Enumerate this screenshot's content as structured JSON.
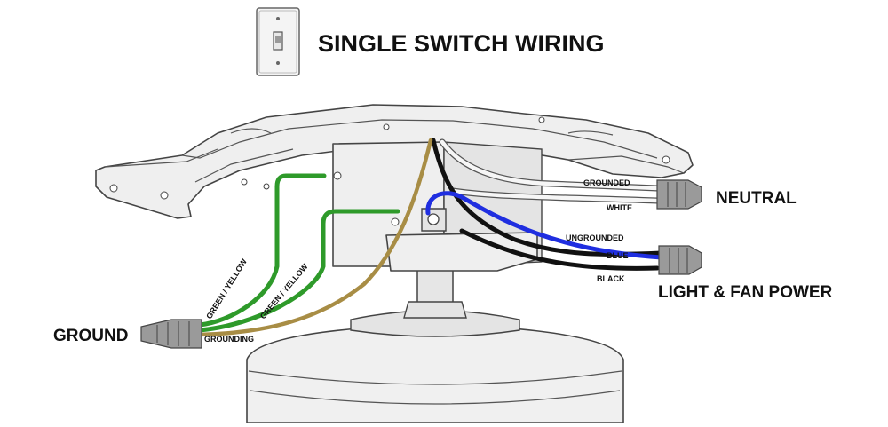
{
  "title": "SINGLE SWITCH WIRING",
  "labels": {
    "neutral": "NEUTRAL",
    "light_fan_power": "LIGHT & FAN POWER",
    "ground": "GROUND"
  },
  "wire_labels": {
    "grounded": "GROUNDED",
    "white": "WHITE",
    "ungrounded": "UNGROUNDED",
    "blue": "BLUE",
    "black": "BLACK",
    "green_yellow_1": "GREEN / YELLOW",
    "green_yellow_2": "GREEN / YELLOW",
    "grounding": "GROUNDING"
  },
  "colors": {
    "green_wire": "#2e9a2a",
    "grounding_wire": "#a88d45",
    "blue_wire": "#1f2ee0",
    "black_wire": "#111111",
    "white_wire": "#f4f4f4",
    "wire_nut": "#9a9a9a",
    "background": "#ffffff"
  }
}
